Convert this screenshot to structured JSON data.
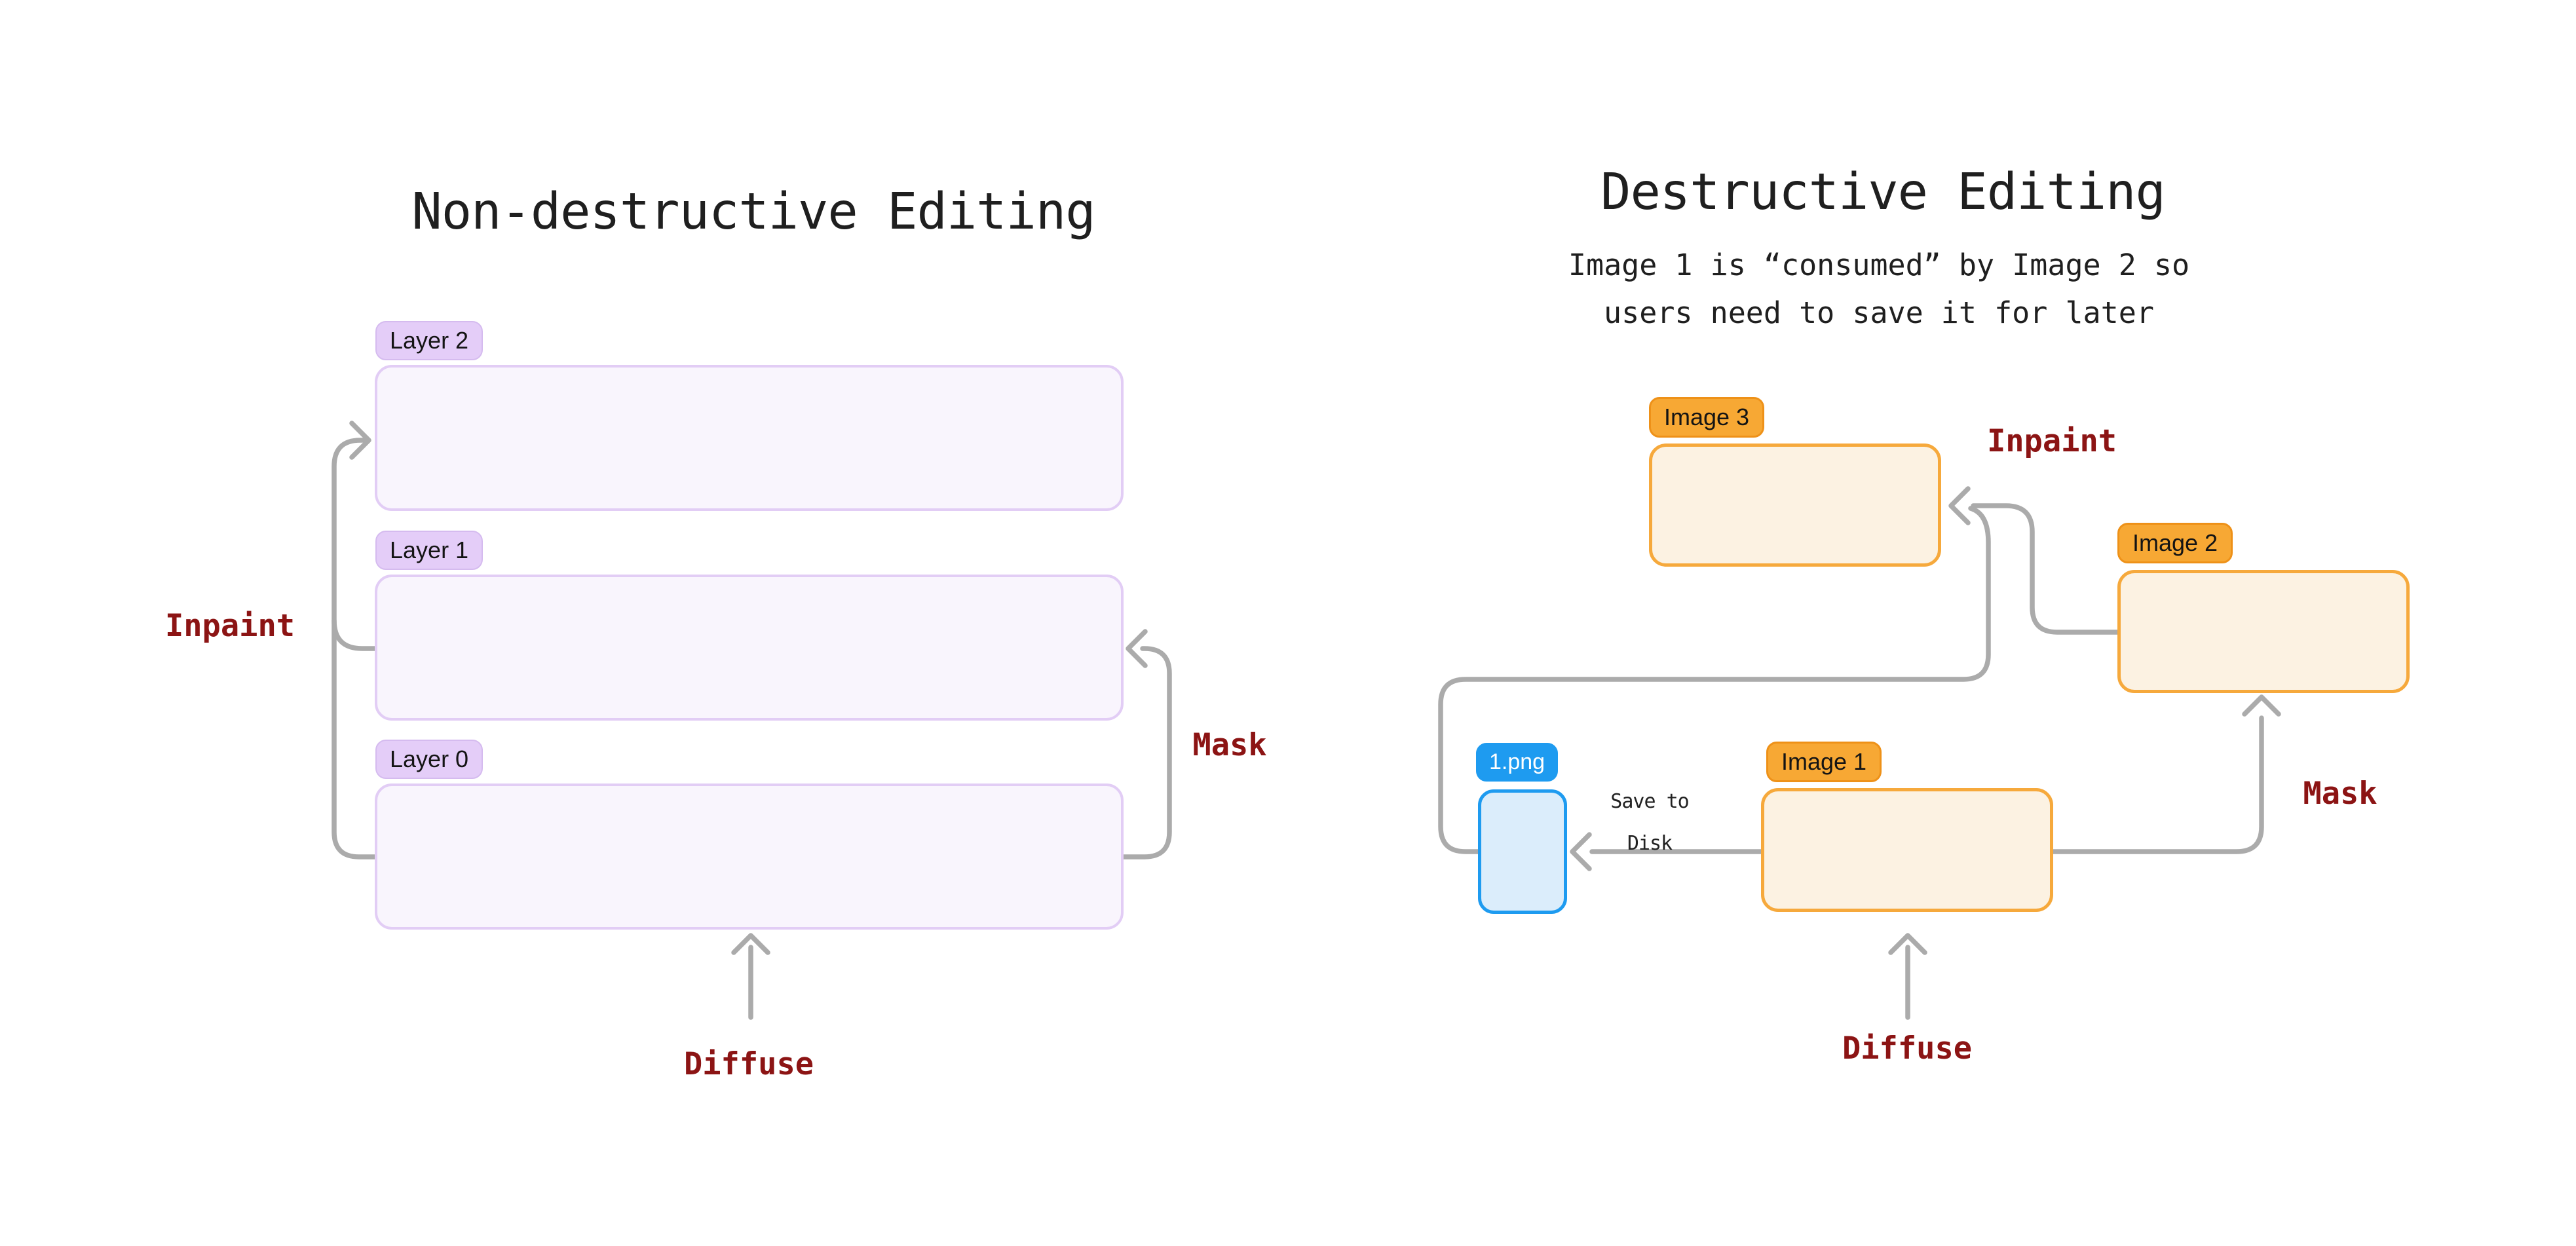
{
  "colors": {
    "background": "#ffffff",
    "title_text": "#1f1f1f",
    "connector_gray": "#ababab",
    "action_label_red": "#8c1414",
    "purple_tag_bg": "#e4cdf8",
    "purple_box_bg": "#f9f5fd",
    "purple_box_border": "#e2cdf5",
    "orange_tag_bg": "#f7a834",
    "orange_box_bg": "#fcf2e2",
    "orange_box_border": "#f6a93c",
    "blue_tag_bg": "#1e9bf0",
    "blue_box_bg": "#dbedfb",
    "blue_box_border": "#1e9bf0"
  },
  "left_panel": {
    "title": "Non-destructive Editing",
    "inpaint_label": "Inpaint",
    "mask_label": "Mask",
    "diffuse_label": "Diffuse",
    "layers": [
      {
        "tag": "Layer 2"
      },
      {
        "tag": "Layer 1"
      },
      {
        "tag": "Layer 0"
      }
    ]
  },
  "right_panel": {
    "title": "Destructive Editing",
    "subtitle_line1": "Image 1 is “consumed” by Image 2 so",
    "subtitle_line2": "users need to save it for later",
    "inpaint_label": "Inpaint",
    "mask_label": "Mask",
    "diffuse_label": "Diffuse",
    "save_to_disk_line1": "Save to",
    "save_to_disk_line2": "Disk",
    "nodes": [
      {
        "tag": "Image 3"
      },
      {
        "tag": "Image 2"
      },
      {
        "tag": "Image 1"
      },
      {
        "tag": "1.png"
      }
    ]
  }
}
